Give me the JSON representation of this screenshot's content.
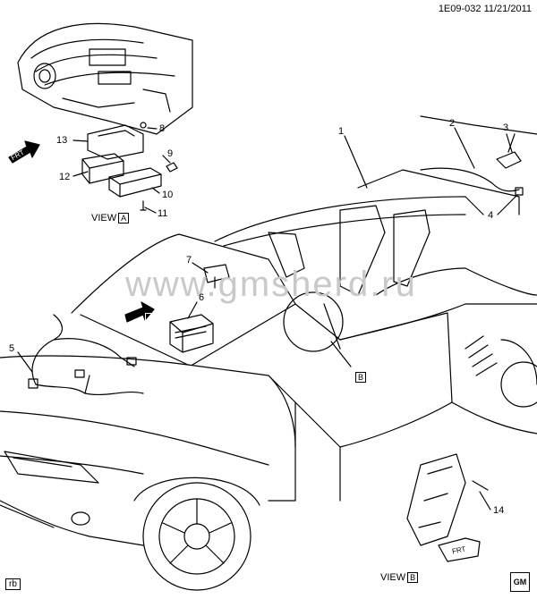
{
  "header": {
    "code": "1E09-032 11/21/2011"
  },
  "callouts": [
    "1",
    "2",
    "3",
    "4",
    "5",
    "6",
    "7",
    "8",
    "9",
    "10",
    "11",
    "12",
    "13",
    "14"
  ],
  "views": {
    "a_label": "VIEW",
    "a_letter": "A",
    "b_label": "VIEW",
    "b_letter": "B"
  },
  "markers": {
    "a": "A",
    "b": "B"
  },
  "front_label": "FRT",
  "watermark": "www.gmsherd.ru",
  "footer_tag": "rb",
  "logo_text": "GM"
}
